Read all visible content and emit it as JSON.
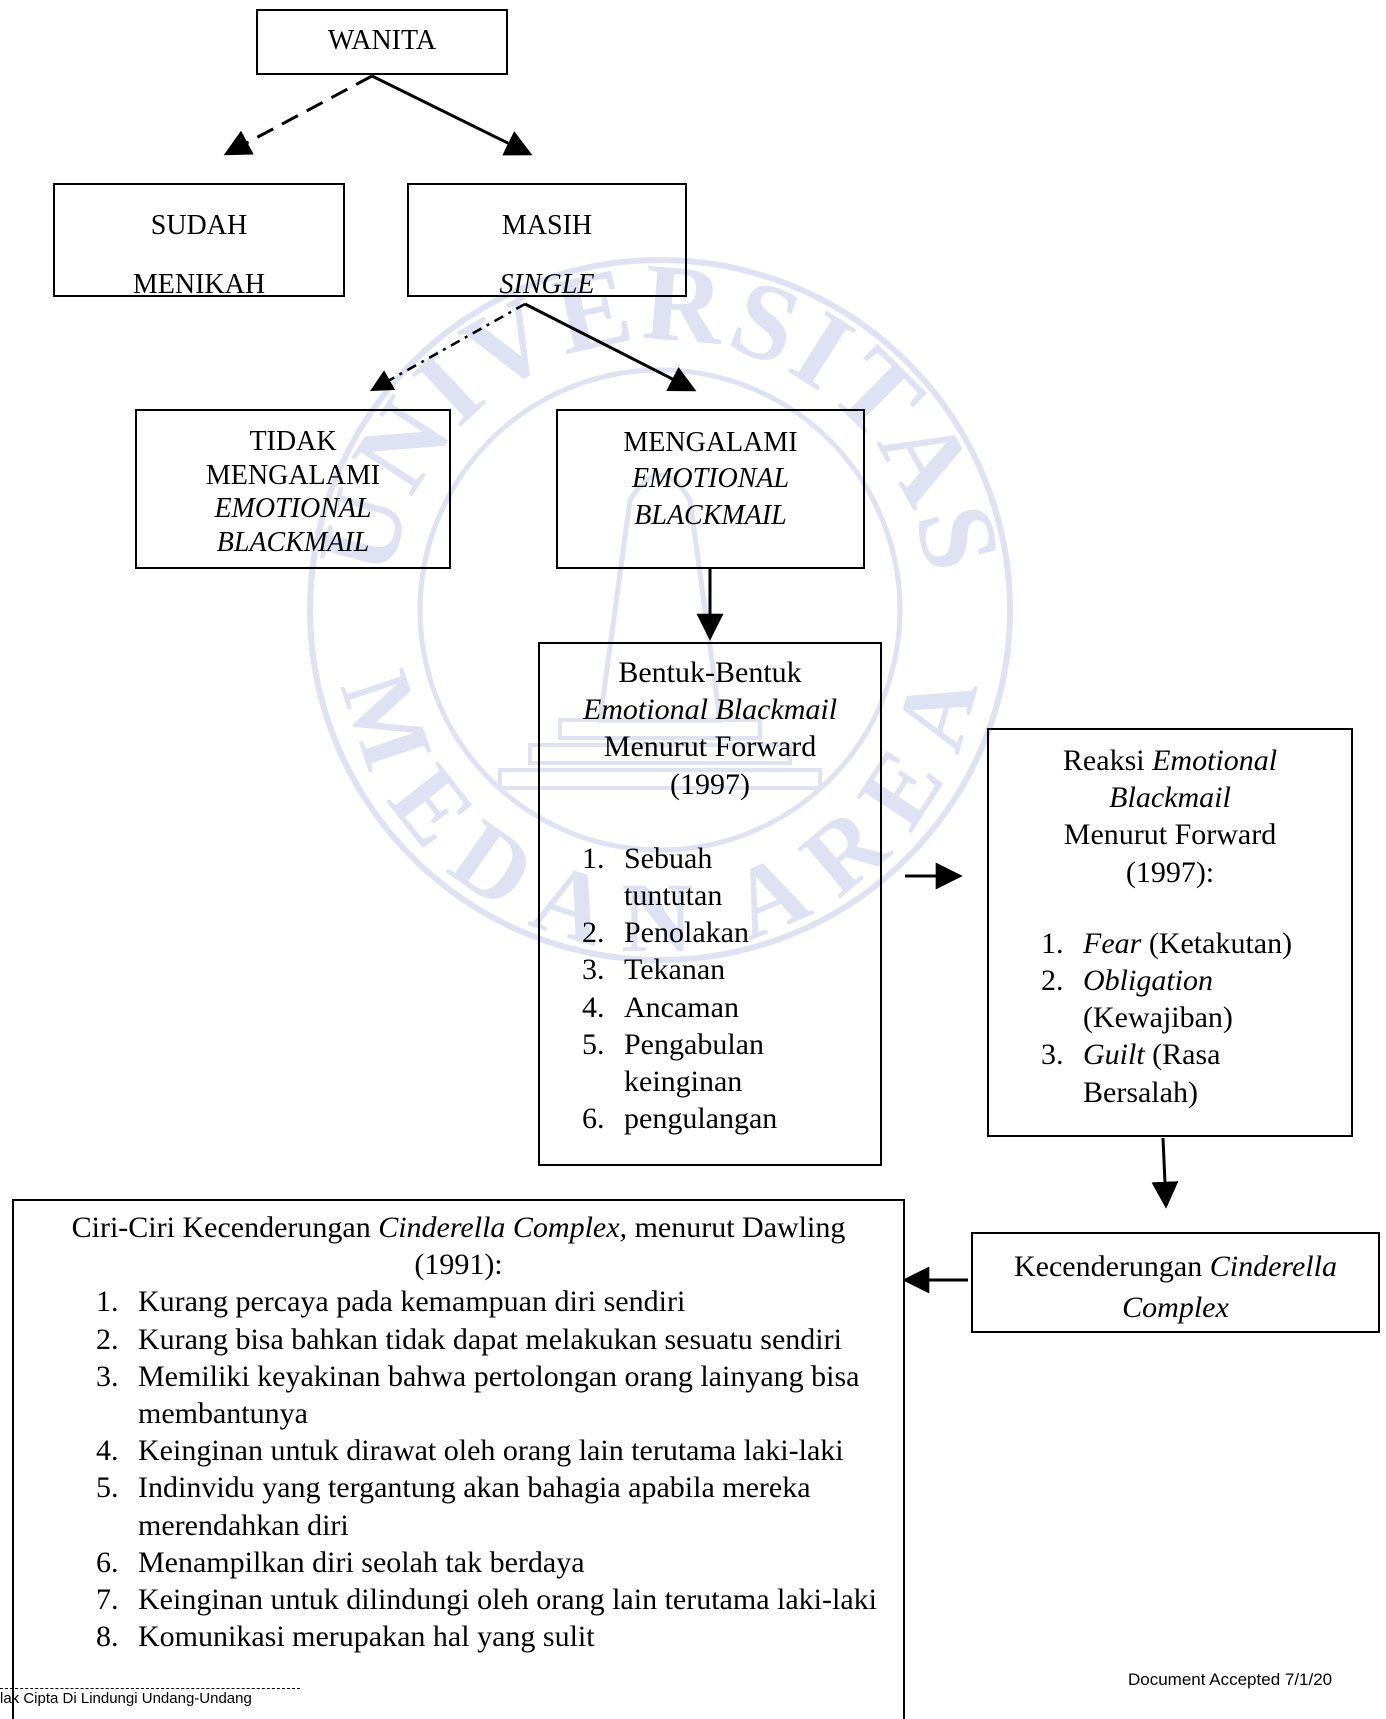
{
  "boxes": {
    "wanita": "WANITA",
    "sudah_1": "SUDAH",
    "sudah_2": "MENIKAH",
    "masih_1": "MASIH",
    "masih_2": "SINGLE",
    "tidak_1": "TIDAK",
    "tidak_2": "MENGALAMI",
    "tidak_3": "EMOTIONAL",
    "tidak_4": "BLACKMAIL",
    "mengalami_1": "MENGALAMI",
    "mengalami_2": "EMOTIONAL",
    "mengalami_3": "BLACKMAIL"
  },
  "bentuk": {
    "title_1": "Bentuk-Bentuk",
    "title_2": "Emotional Blackmail",
    "title_3": "Menurut Forward",
    "title_4": "(1997)",
    "items": [
      "Sebuah tuntutan",
      "Penolakan",
      "Tekanan",
      "Ancaman",
      "Pengabulan keinginan",
      "pengulangan"
    ]
  },
  "reaksi": {
    "title_1": "Reaksi",
    "title_1_italic": "Emotional",
    "title_2": "Blackmail",
    "title_3": "Menurut Forward",
    "title_4": "(1997):",
    "items": [
      {
        "term": "Fear",
        "rest": " (Ketakutan)"
      },
      {
        "term": "Obligation",
        "rest": " (Kewajiban)"
      },
      {
        "term": "Guilt",
        "rest": " (Rasa Bersalah)"
      }
    ]
  },
  "kecenderungan": {
    "text_1": "Kecenderungan",
    "text_1_italic": "Cinderella",
    "text_2": "Complex"
  },
  "ciri": {
    "title_pre": "Ciri-Ciri Kecenderungan ",
    "title_italic": "Cinderella Complex,",
    "title_post": " menurut  Dawling (1991):",
    "items": [
      "Kurang percaya pada kemampuan diri sendiri",
      "Kurang bisa bahkan tidak dapat melakukan sesuatu sendiri",
      "Memiliki keyakinan bahwa pertolongan orang lainyang bisa membantunya",
      "Keinginan untuk dirawat oleh orang lain terutama laki-laki",
      "Indinvidu yang tergantung akan bahagia apabila mereka merendahkan diri",
      "Menampilkan diri seolah tak berdaya",
      "Keinginan untuk dilindungi oleh orang lain terutama laki-laki",
      "Komunikasi merupakan hal yang sulit"
    ]
  },
  "footer": {
    "accepted": "Document Accepted 7/1/20",
    "copyright": "lak Cipta Di Lindungi Undang-Undang"
  },
  "watermark": {
    "top_text": "UNIVERSITAS",
    "bottom_text": "MEDAN AREA"
  }
}
